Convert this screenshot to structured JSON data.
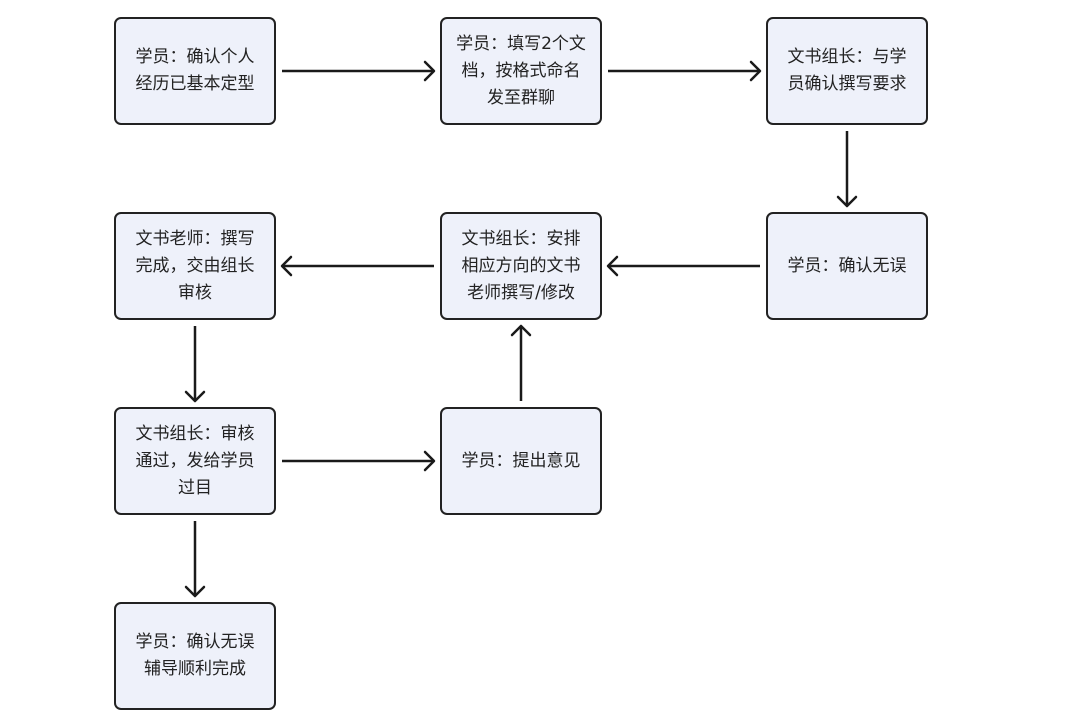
{
  "nodes": {
    "n1": "学员：确认个人\n经历已基本定型",
    "n2": "学员：填写2个文\n档，按格式命名\n发至群聊",
    "n3": "文书组长：与学\n员确认撰写要求",
    "n4": "学员：确认无误",
    "n5": "文书组长：安排\n相应方向的文书\n老师撰写/修改",
    "n6": "文书老师：撰写\n完成，交由组长\n审核",
    "n7": "文书组长：审核\n通过，发给学员\n过目",
    "n8": "学员：提出意见",
    "n9": "学员：确认无误\n辅导顺利完成"
  },
  "edges": [
    {
      "from": "n1",
      "to": "n2"
    },
    {
      "from": "n2",
      "to": "n3"
    },
    {
      "from": "n3",
      "to": "n4"
    },
    {
      "from": "n4",
      "to": "n5"
    },
    {
      "from": "n5",
      "to": "n6"
    },
    {
      "from": "n6",
      "to": "n7"
    },
    {
      "from": "n7",
      "to": "n8"
    },
    {
      "from": "n8",
      "to": "n5"
    },
    {
      "from": "n7",
      "to": "n9"
    }
  ],
  "colors": {
    "node_fill": "#eef1fa",
    "stroke": "#222222"
  }
}
